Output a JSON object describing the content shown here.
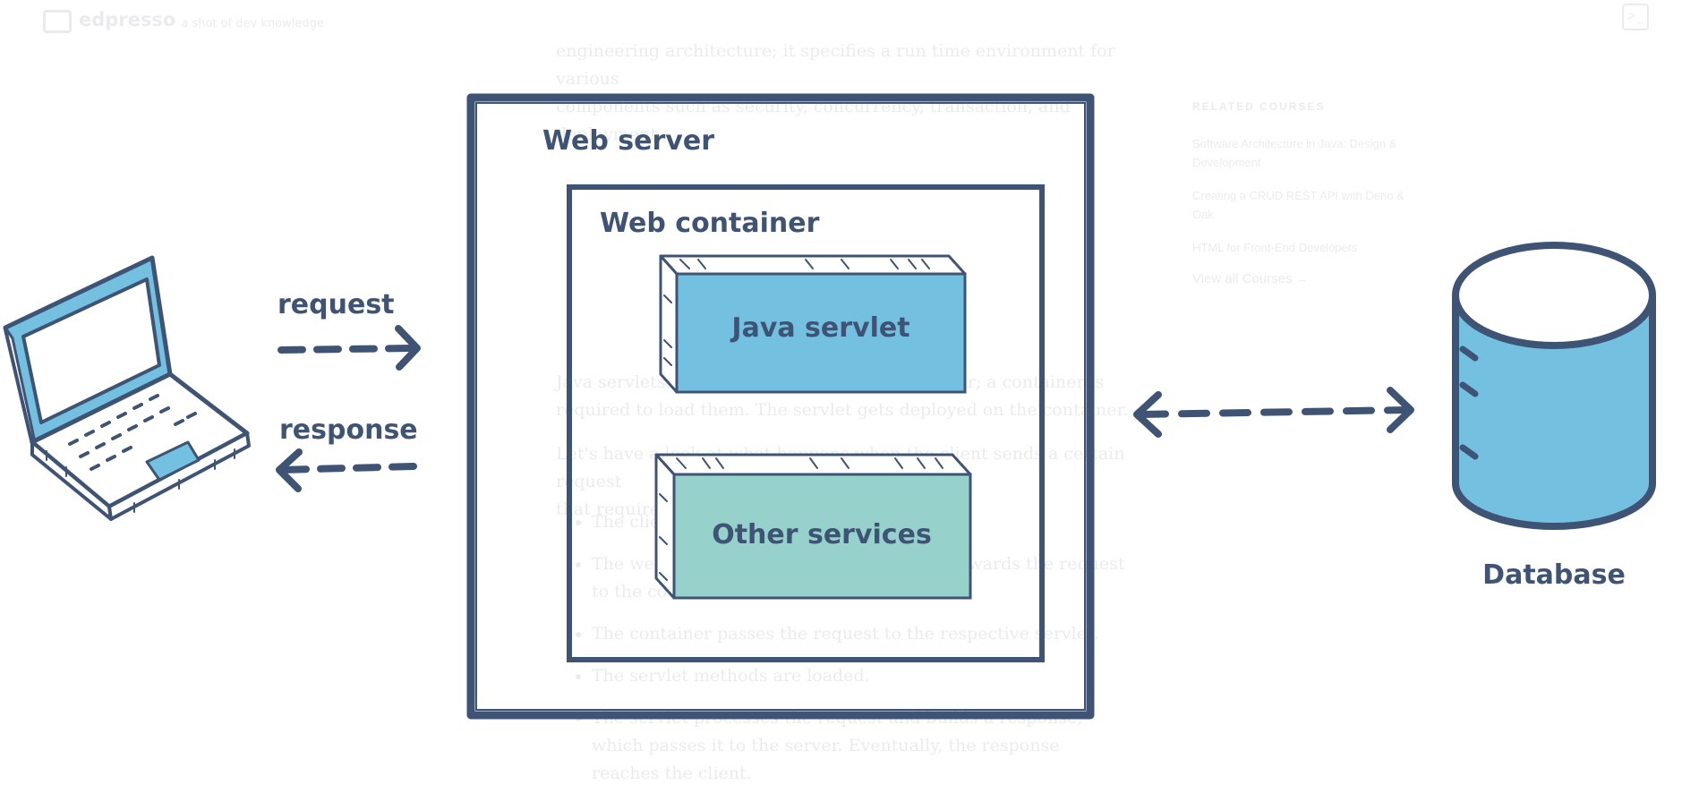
{
  "header": {
    "logo_text": "edpresso",
    "tagline": "a shot of dev knowledge",
    "terminal_icon": "terminal-icon"
  },
  "article": {
    "intro_line1": "engineering architecture; it specifies a run time environment for various",
    "intro_line2": "components such as security, concurrency, transaction, and deployment.",
    "servlet_para_line1": "Java servlets need to be managed by a container; a container is",
    "servlet_para_line2": "required to load them. The servlet gets deployed on the container.",
    "flow_para_line1": "Let's have a look at what happens when the client sends a certain request",
    "flow_para_line2": "that requires interaction with the servlet:",
    "bullets": [
      "The client sends a request.",
      "The web server accepts the request and forwards the request to the container.",
      "The container passes the request to the respective servlet.",
      "The servlet methods are loaded.",
      "The servlet processes the request and builds a response, which passes it to the server. Eventually, the response reaches the client."
    ]
  },
  "sidebar": {
    "heading": "RELATED COURSES",
    "courses": [
      "Software Architecture in Java: Design & Development",
      "Creating a CRUD REST API with Deno & Oak",
      "HTML for Front-End Developers"
    ],
    "view_all": "View all Courses →"
  },
  "diagram": {
    "web_server_label": "Web server",
    "web_container_label": "Web container",
    "java_servlet_label": "Java servlet",
    "other_services_label": "Other services",
    "request_label": "request",
    "response_label": "response",
    "database_label": "Database",
    "colors": {
      "outline": "#3f5474",
      "servlet_fill": "#74c0e0",
      "services_fill": "#96d2cb",
      "laptop_fill": "#74c0e0",
      "database_fill": "#74c0e0"
    }
  }
}
